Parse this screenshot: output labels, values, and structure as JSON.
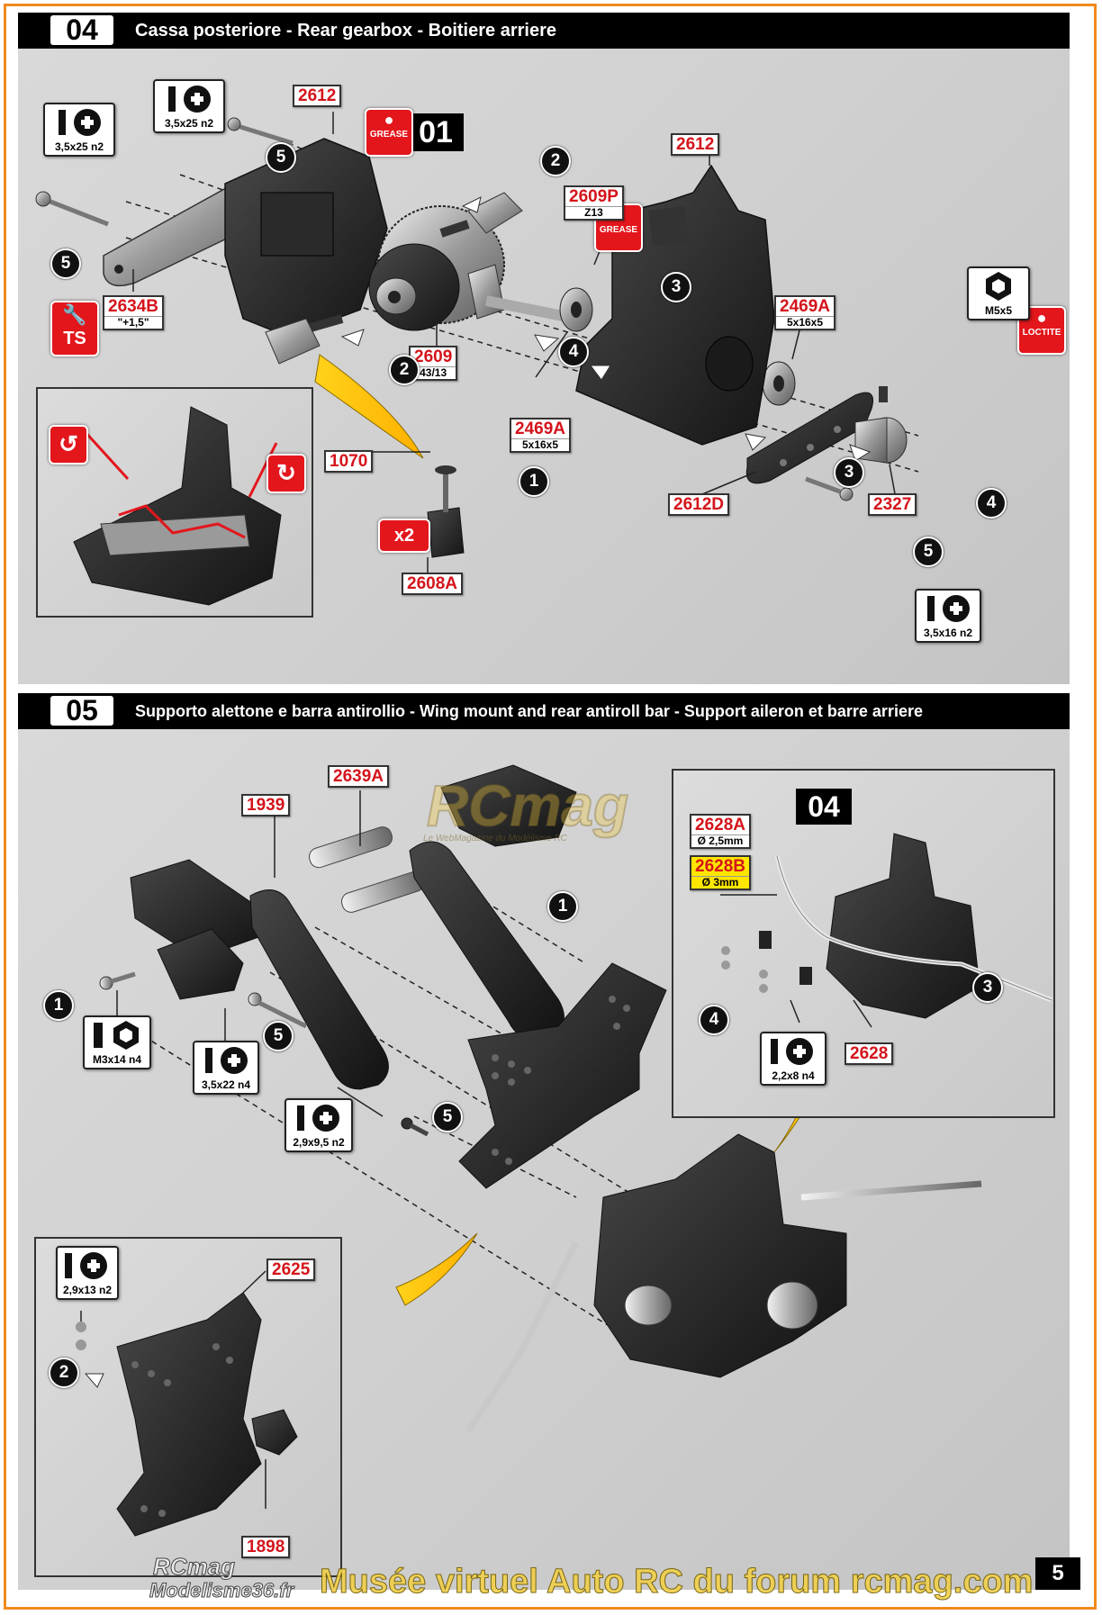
{
  "page_number": "5",
  "section04": {
    "number": "04",
    "title": "Cassa posteriore - Rear gearbox - Boitiere arriere",
    "callout": "01",
    "multiplier": "x2",
    "ts_badge": "TS",
    "grease_label": "GREASE",
    "loctite_label": "LOCTITE",
    "parts": [
      {
        "id": "p2612a",
        "num": "2612",
        "sub": ""
      },
      {
        "id": "p2612b",
        "num": "2612",
        "sub": ""
      },
      {
        "id": "p2609p",
        "num": "2609P",
        "sub": "Z13"
      },
      {
        "id": "p2634b",
        "num": "2634B",
        "sub": "\"+1,5\""
      },
      {
        "id": "p2609",
        "num": "2609",
        "sub": "43/13"
      },
      {
        "id": "p2469a1",
        "num": "2469A",
        "sub": "5x16x5"
      },
      {
        "id": "p2469a2",
        "num": "2469A",
        "sub": "5x16x5"
      },
      {
        "id": "p1070",
        "num": "1070",
        "sub": ""
      },
      {
        "id": "p2608a",
        "num": "2608A",
        "sub": ""
      },
      {
        "id": "p2612d",
        "num": "2612D",
        "sub": ""
      },
      {
        "id": "p2327",
        "num": "2327",
        "sub": ""
      }
    ],
    "screws": [
      {
        "id": "s1",
        "label": "3,5x25 n2"
      },
      {
        "id": "s2",
        "label": "3,5x25 n2"
      },
      {
        "id": "s3",
        "label": "M5x5"
      },
      {
        "id": "s4",
        "label": "3,5x16 n2"
      }
    ],
    "steps": [
      "5",
      "5",
      "5",
      "2",
      "2",
      "3",
      "3",
      "4",
      "4",
      "1"
    ]
  },
  "section05": {
    "number": "05",
    "title": "Supporto alettone e barra antirollio - Wing mount and rear antiroll bar - Support aileron et barre arriere",
    "inset_callout": "04",
    "parts": [
      {
        "id": "q2639a",
        "num": "2639A",
        "sub": ""
      },
      {
        "id": "q1939",
        "num": "1939",
        "sub": ""
      },
      {
        "id": "q2628a",
        "num": "2628A",
        "sub": "Ø 2,5mm"
      },
      {
        "id": "q2628b",
        "num": "2628B",
        "sub": "Ø 3mm"
      },
      {
        "id": "q2628",
        "num": "2628",
        "sub": ""
      },
      {
        "id": "q2625",
        "num": "2625",
        "sub": ""
      },
      {
        "id": "q1898",
        "num": "1898",
        "sub": ""
      }
    ],
    "screws": [
      {
        "id": "t1",
        "label": "M3x14 n4"
      },
      {
        "id": "t2",
        "label": "3,5x22 n4"
      },
      {
        "id": "t3",
        "label": "2,9x9,5 n2"
      },
      {
        "id": "t4",
        "label": "2,2x8 n4"
      },
      {
        "id": "t5",
        "label": "2,9x13 n2"
      }
    ],
    "steps": [
      "1",
      "1",
      "5",
      "5",
      "4",
      "3",
      "2"
    ]
  },
  "watermark": {
    "logo": "RCmag",
    "logo_sub": "Le WebMagazine du Modélisme RC",
    "left_1": "RCmag",
    "left_2": "Modelisme36.fr",
    "main": "Musée virtuel Auto RC du forum rcmag.com"
  }
}
